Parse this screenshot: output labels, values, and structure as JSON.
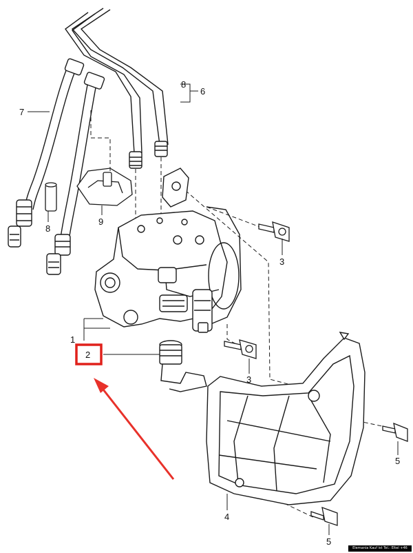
{
  "callouts": {
    "c1": "1",
    "c2": "2",
    "c3a": "3",
    "c3b": "3",
    "c4": "4",
    "c5a": "5",
    "c5b": "5",
    "c6": "6",
    "c7": "7",
    "c8a": "8",
    "c8b": "8",
    "c9": "9"
  },
  "highlight": {
    "label": "2",
    "color": "#e0211b"
  },
  "arrow": {
    "color": "#e8312a"
  },
  "footer": {
    "text": "Elemania Kauf ist Tel.: Eltel +46"
  }
}
